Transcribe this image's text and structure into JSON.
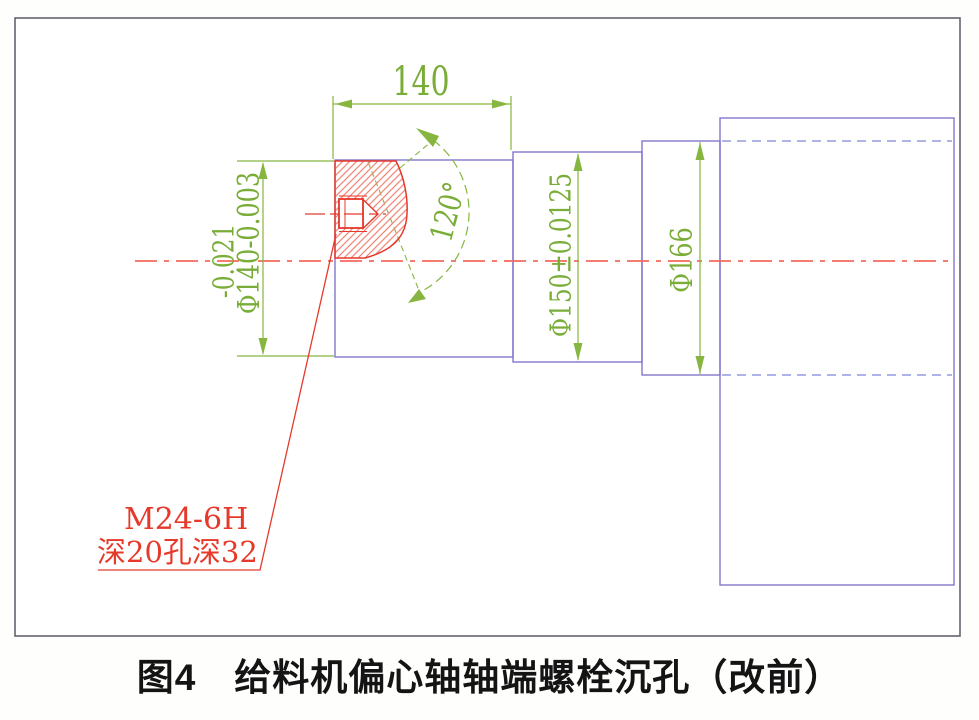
{
  "drawing": {
    "caption": "图4　给料机偏心轴轴端螺栓沉孔（改前）",
    "dimensions": {
      "length_top": "140",
      "cone_angle": "120°",
      "dia140_tolerance": "-0.021",
      "dia140_main": "Φ140-0.003",
      "dia150": "Φ150±0.0125",
      "dia166": "Φ166"
    },
    "thread_note": {
      "line1": "M24-6H",
      "line2": "深20孔深32"
    },
    "colors": {
      "dimension_green": "#79ad38",
      "outline_purple": "#8377cb",
      "hidden_purple": "#7e88d6",
      "detail_red": "#e6392a",
      "hatch_red": "#f2897b",
      "centerline_red": "#f2695d",
      "frame_gray": "#63636e",
      "caption_black": "#141414"
    }
  }
}
